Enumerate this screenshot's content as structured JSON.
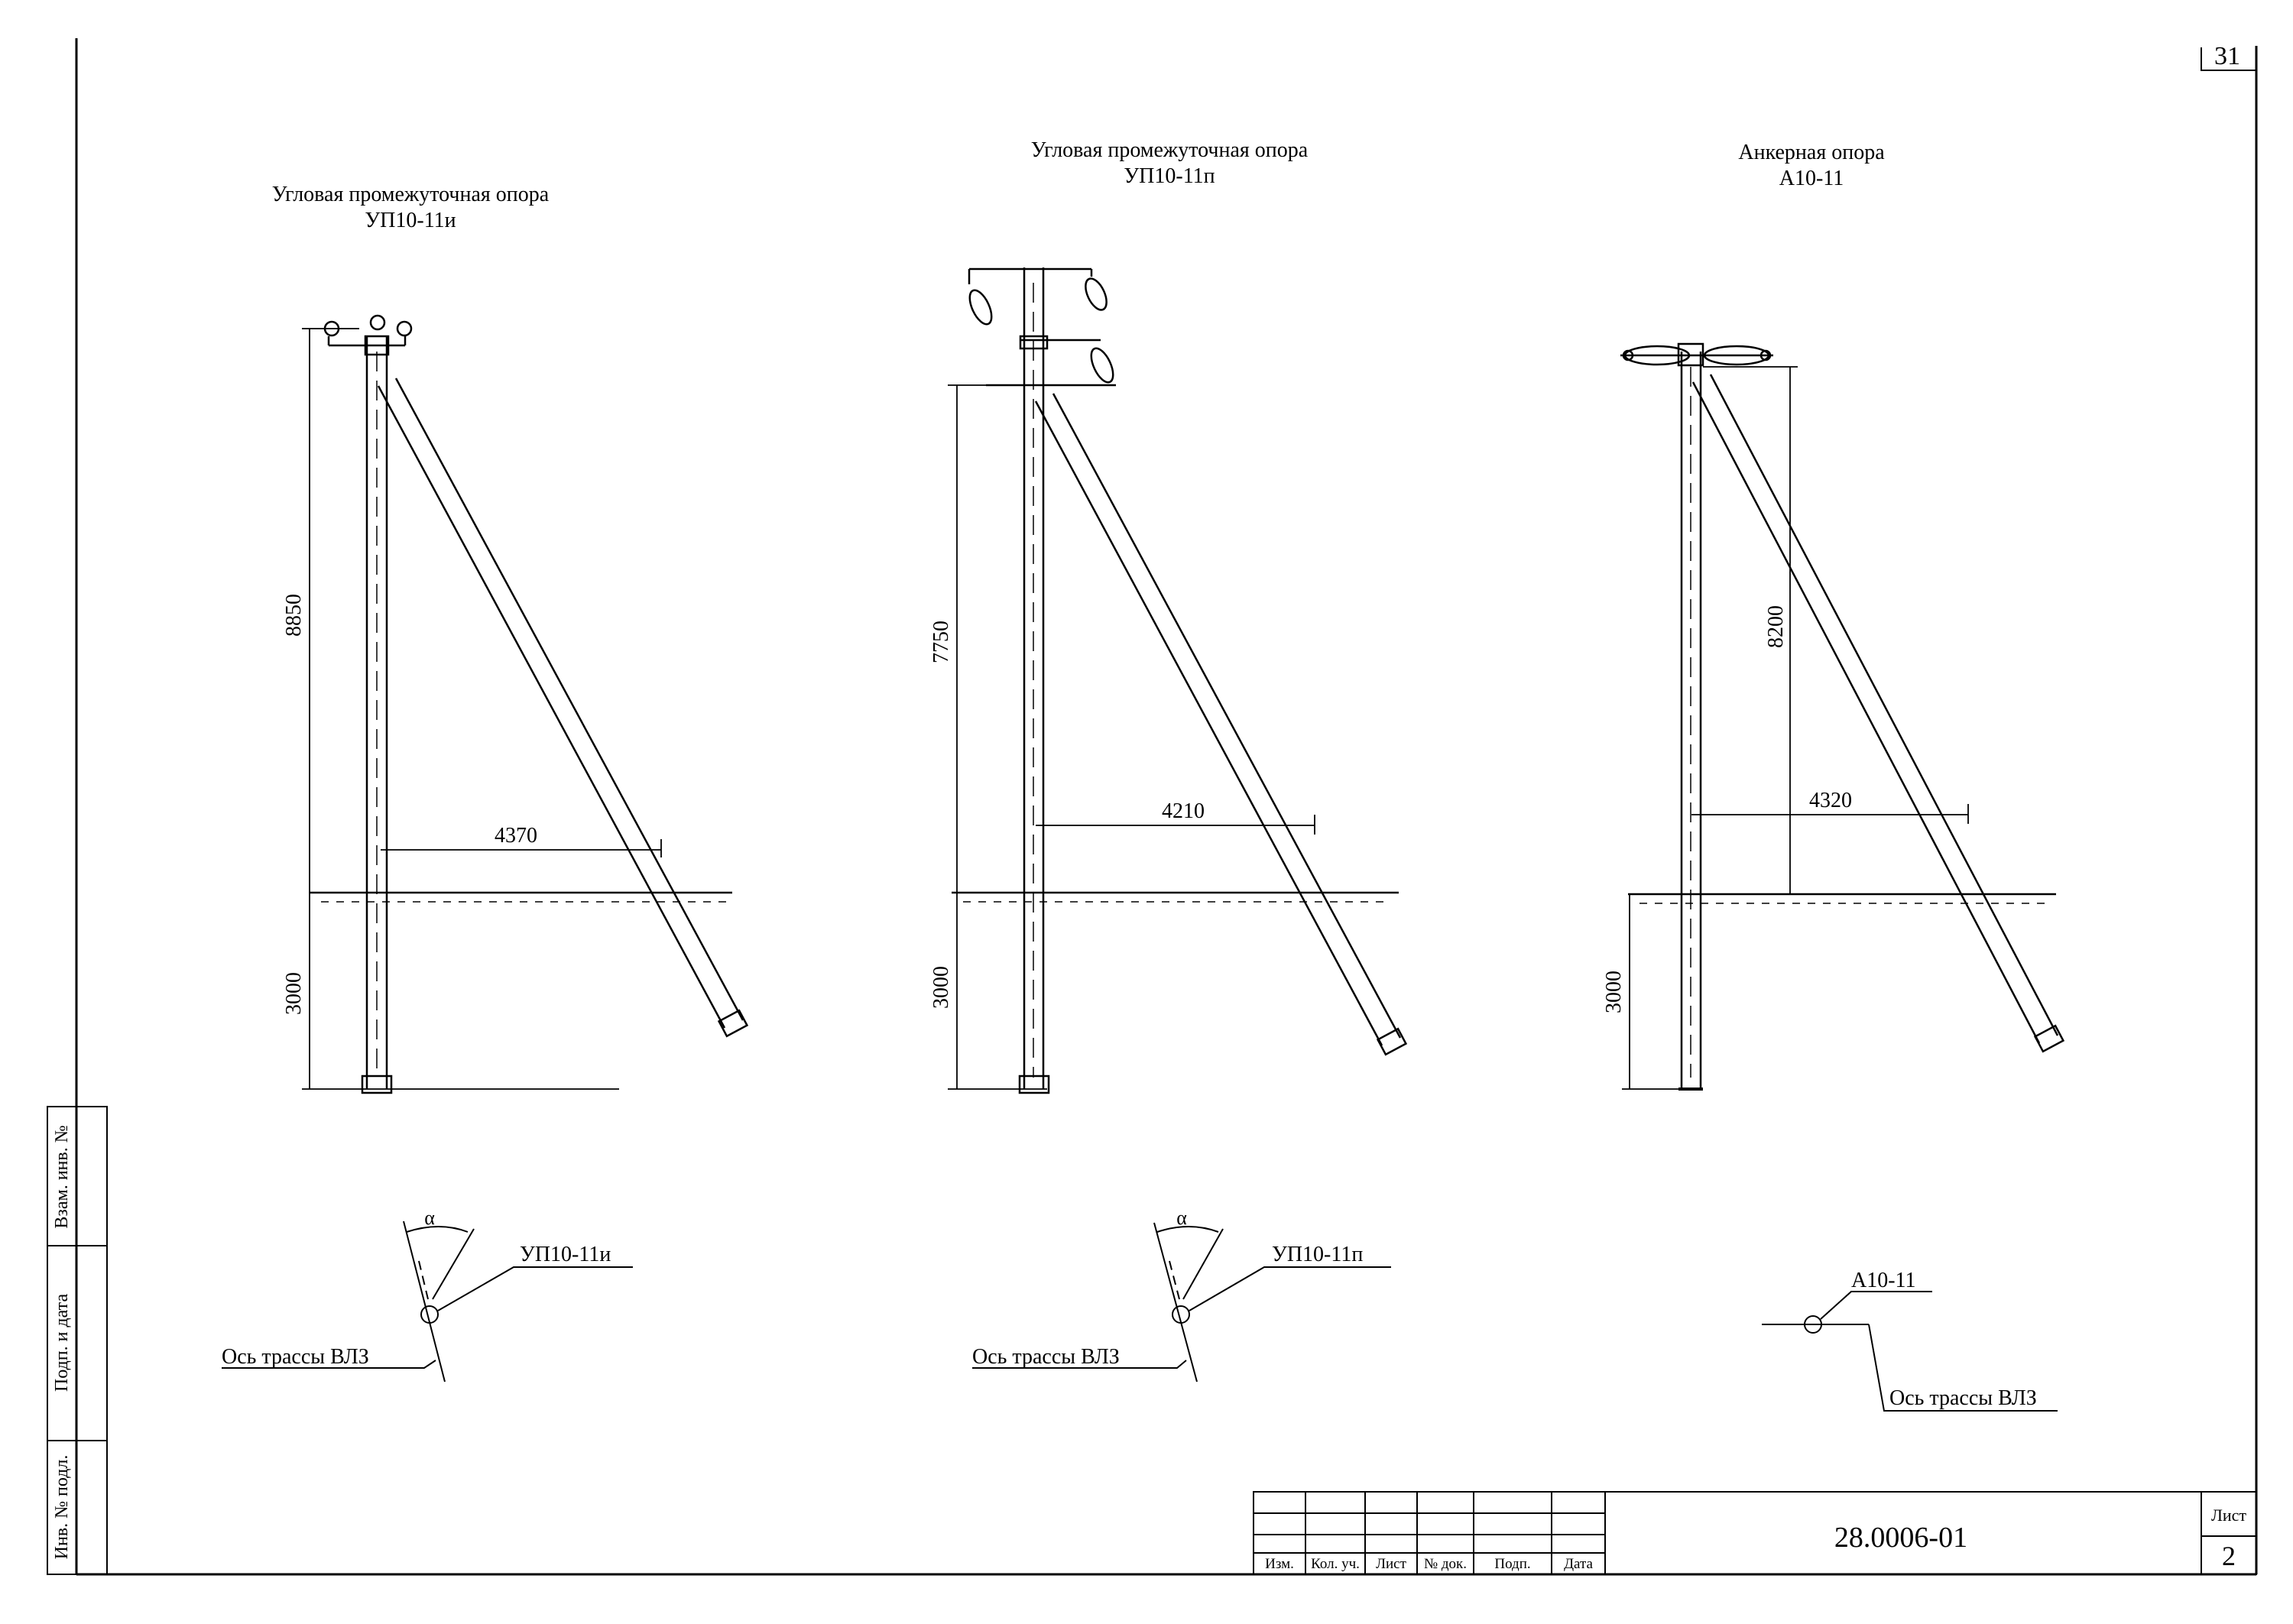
{
  "sheet": {
    "page_corner": "31",
    "designation": "28.0006-01",
    "sheet_label": "Лист",
    "sheet_number": "2"
  },
  "side_stamp": {
    "cells": [
      "Взам. инв. №",
      "Подп. и дата",
      "Инв. № подл."
    ]
  },
  "title_block": {
    "columns": [
      "Изм.",
      "Кол. уч.",
      "Лист",
      "№ док.",
      "Подп.",
      "Дата"
    ]
  },
  "supports": [
    {
      "title": "Угловая промежуточная опора",
      "code": "УП10-11и",
      "height": "8850",
      "depth": "3000",
      "offset": "4370",
      "plan_label": "УП10-11и",
      "axis_label": "Ось трассы ВЛЗ",
      "angle_label": "α"
    },
    {
      "title": "Угловая промежуточная опора",
      "code": "УП10-11п",
      "height": "7750",
      "depth": "3000",
      "offset": "4210",
      "plan_label": "УП10-11п",
      "axis_label": "Ось трассы ВЛЗ",
      "angle_label": "α"
    },
    {
      "title": "Анкерная опора",
      "code": "А10-11",
      "height": "8200",
      "depth": "3000",
      "offset": "4320",
      "plan_label": "А10-11",
      "axis_label": "Ось трассы ВЛЗ"
    }
  ]
}
